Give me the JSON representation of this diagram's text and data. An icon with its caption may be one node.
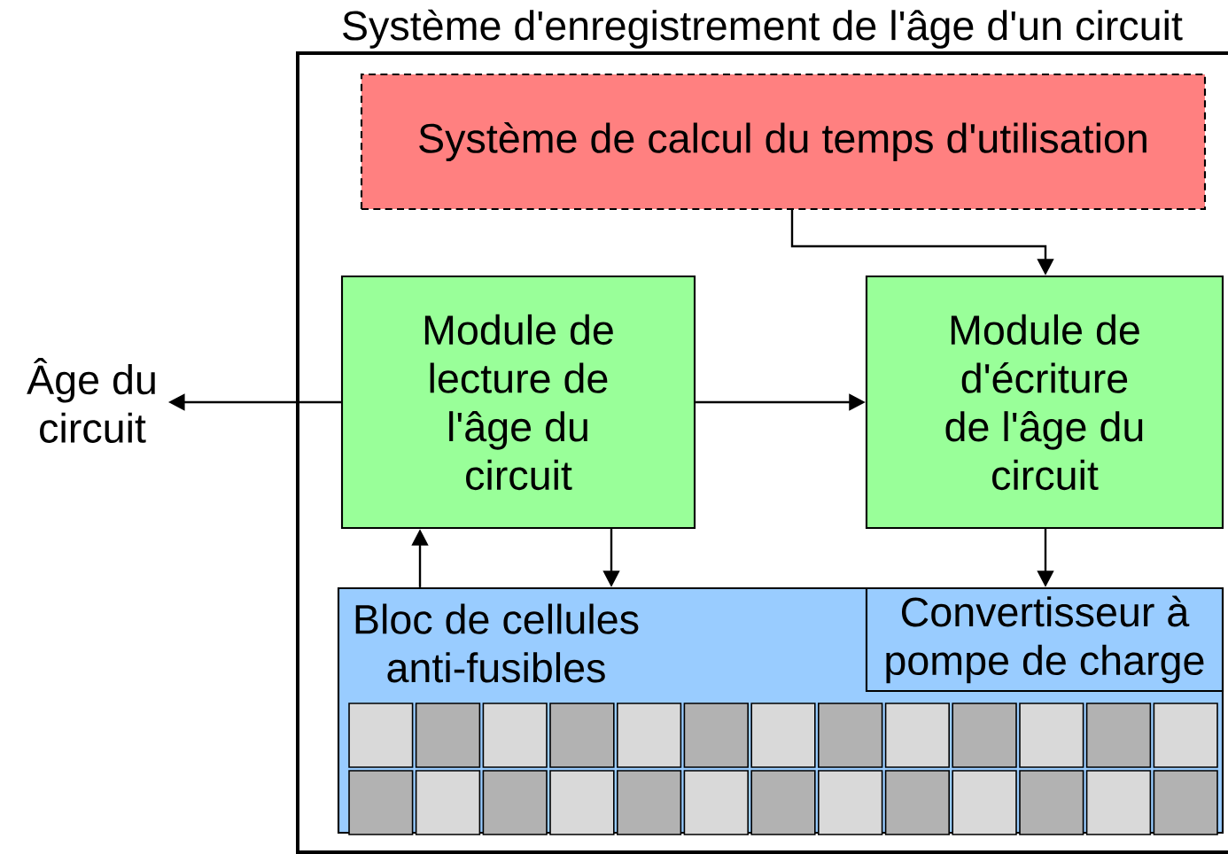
{
  "diagram": {
    "nodes": [
      {
        "text": [
          "Système d'enregistrement de l'âge d'un circuit"
        ]
      },
      {
        "text": [
          "Système de calcul du temps d'utilisation"
        ],
        "in": 0
      },
      {
        "text": [
          "Module de lecture de l'âge du circuit"
        ],
        "in": 0
      },
      {
        "text": [
          "Module de d'écriture de l'âge du circuit"
        ],
        "in": 0
      },
      {
        "text": [
          "Bloc de cellules anti-fusibles"
        ],
        "in": 0
      },
      {
        "text": [
          "Convertisseur à pompe de charge"
        ],
        "in": 4
      },
      {
        "text": [
          "Âge du circuit"
        ]
      }
    ],
    "edges": [
      {
        "from": 1,
        "to": 3,
        "arrow": "to"
      },
      {
        "from": 2,
        "to": 3,
        "arrow": "to"
      },
      {
        "from": 2,
        "to": 6,
        "arrow": "to"
      },
      {
        "from": 4,
        "to": 2,
        "arrow": "to"
      },
      {
        "from": 2,
        "to": 4,
        "arrow": "to"
      },
      {
        "from": 3,
        "to": 5,
        "arrow": "to"
      }
    ]
  }
}
